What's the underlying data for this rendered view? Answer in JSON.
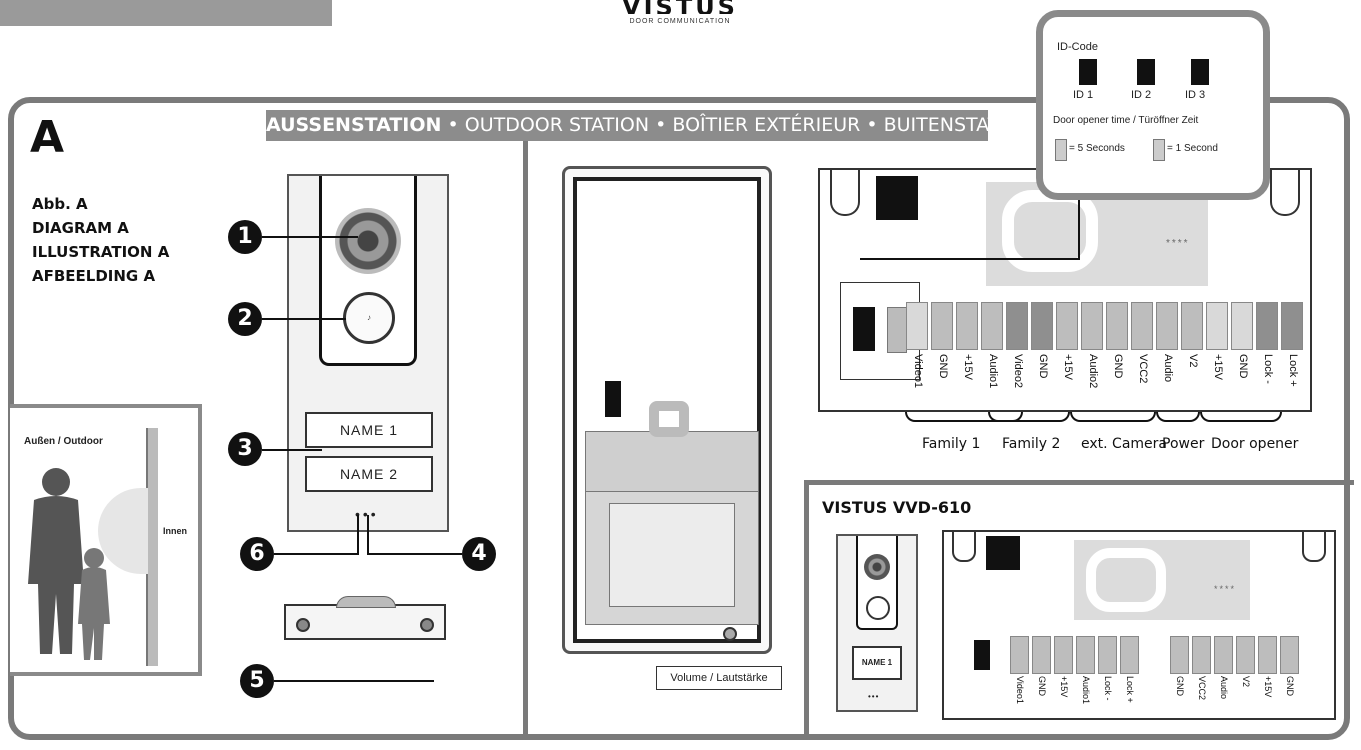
{
  "brand": {
    "logo_text": "VISTUS",
    "tagline": "DOOR COMMUNICATION"
  },
  "section": {
    "letter": "A",
    "banner_parts": [
      "AUSSENSTATION",
      "OUTDOOR STATION",
      "BOÎTIER EXTÉRIEUR",
      "BUITENSTATION"
    ],
    "diagram_labels": [
      "Abb. A",
      "DIAGRAM A",
      "ILLUSTRATION A",
      "AFBEELDING A"
    ]
  },
  "side_view": {
    "outdoor_label": "Außen / Outdoor",
    "indoor_label": "Innen"
  },
  "station": {
    "button_text": "[bell-icon]",
    "name1": "NAME 1",
    "name2": "NAME 2",
    "callouts": [
      "1",
      "2",
      "3",
      "4",
      "5",
      "6"
    ]
  },
  "back_view": {
    "volume_label": "Volume / Lautstärke"
  },
  "id_panel": {
    "title": "ID-Code",
    "ids": [
      "ID 1",
      "ID 2",
      "ID 3"
    ],
    "door_time_title": "Door opener time / Türöffner Zeit",
    "opt_5s": "= 5 Seconds",
    "opt_1s": "= 1 Second"
  },
  "terminals_main": {
    "labels": [
      "Video1",
      "GND",
      "+15V",
      "Audio1",
      "Video2",
      "GND",
      "+15V",
      "Audio2",
      "GND",
      "VCC2",
      "Audio",
      "V2",
      "+15V",
      "GND",
      "Lock -",
      "Lock +"
    ],
    "groups": [
      "Family 1",
      "Family 2",
      "ext. Camera",
      "Power",
      "Door opener"
    ],
    "stars": "****"
  },
  "vvd610": {
    "title": "VISTUS VVD-610",
    "name1": "NAME 1",
    "stars": "****",
    "labels_left": [
      "Video1",
      "GND",
      "+15V",
      "Audio1",
      "Lock -",
      "Lock +"
    ],
    "labels_right": [
      "GND",
      "VCC2",
      "Audio",
      "V2",
      "+15V",
      "GND"
    ]
  }
}
